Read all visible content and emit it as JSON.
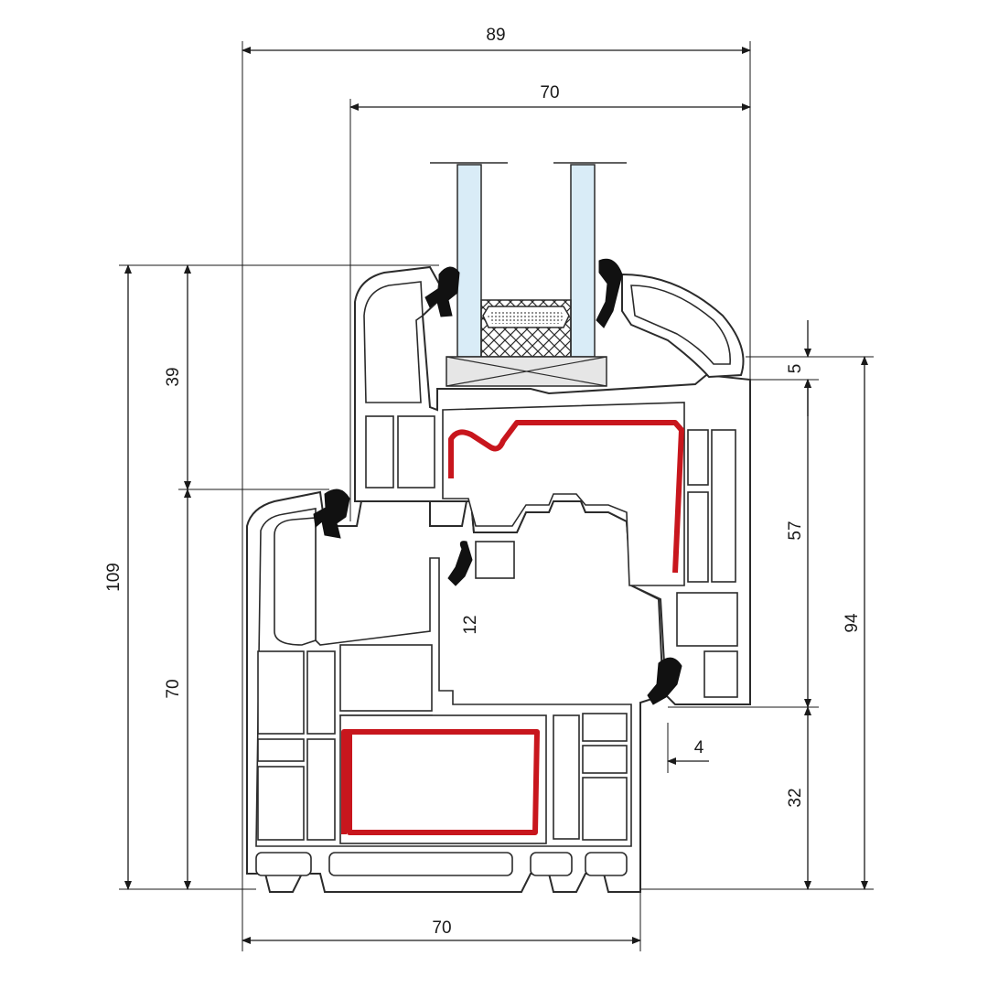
{
  "dimensions": {
    "top_total": "89",
    "top_sash": "70",
    "bottom_frame": "70",
    "left_total": "109",
    "left_upper": "39",
    "left_lower": "70",
    "right_small": "5",
    "right_sash": "57",
    "right_total": "94",
    "right_bottom": "32",
    "inner_overlap": "12",
    "gap": "4"
  },
  "colors": {
    "reinforcement": "#c8161d",
    "gasket": "#111111",
    "glass": "#d9ecf7",
    "profile_outline": "#2b2b2b"
  }
}
